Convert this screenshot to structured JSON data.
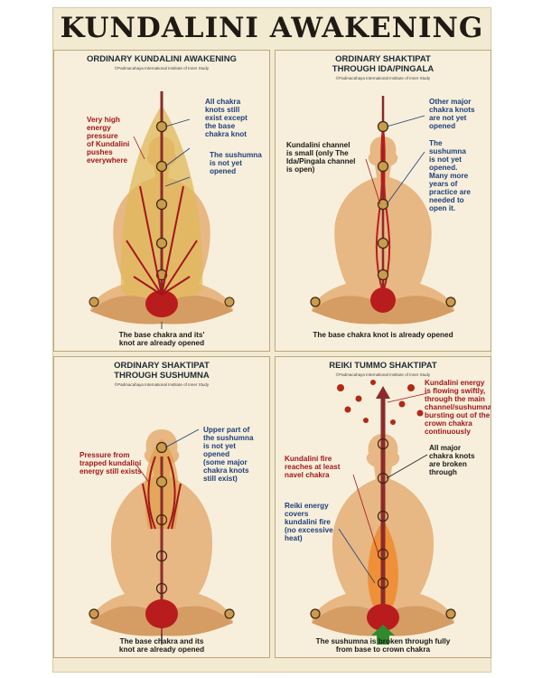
{
  "poster": {
    "title": "KUNDALINI AWAKENING"
  },
  "credit": "©Padmacahaya International Institute of Inner Study",
  "panels": [
    {
      "title": "ORDINARY KUNDALINI AWAKENING",
      "notes": {
        "left_red": "Very high\nenergy\npressure\nof Kundalini\npushes\neverywhere",
        "top_right": "All chakra\nknots still\nexist except\nthe base\nchakra knot",
        "mid_right": "The sushumna\nis not yet\nopened",
        "bottom": "The base chakra and its'\nknot are already opened"
      }
    },
    {
      "title": "ORDINARY SHAKTIPAT\nTHROUGH IDA/PINGALA",
      "notes": {
        "left": "Kundalini channel\nis small (only The\nIda/Pingala channel\nis open)",
        "top_right": "Other major\nchakra knots\nare not yet\nopened",
        "mid_right": "The\nsushumna\nis not yet\nopened.\nMany more\nyears of\npractice are\nneeded to\nopen it.",
        "bottom": "The base chakra knot is already opened"
      }
    },
    {
      "title": "ORDINARY SHAKTIPAT\nTHROUGH SUSHUMNA",
      "notes": {
        "left_red": "Pressure from\ntrapped kundalini\nenergy still exists",
        "top_right": "Upper part of\nthe sushumna\nis not yet\nopened\n(some major\nchakra knots\nstill exist)",
        "bottom": "The base chakra and its\nknot are already opened"
      }
    },
    {
      "title": "REIKI TUMMO SHAKTIPAT",
      "notes": {
        "top_right_red": "Kundalini energy\nis flowing swiftly,\nthrough the main\nchannel/sushumna,\nbursting out of the\ncrown chakra\ncontinuously",
        "mid_right": "All major\nchakra knots\nare broken\nthrough",
        "left_red": "Kundalini fire\nreaches at least\nnavel chakra",
        "left_blue": "Reiki energy\ncovers\nkundalini fire\n(no excessive\nheat)",
        "bottom": "The sushumna is broken through fully\nfrom base to crown chakra"
      }
    }
  ]
}
